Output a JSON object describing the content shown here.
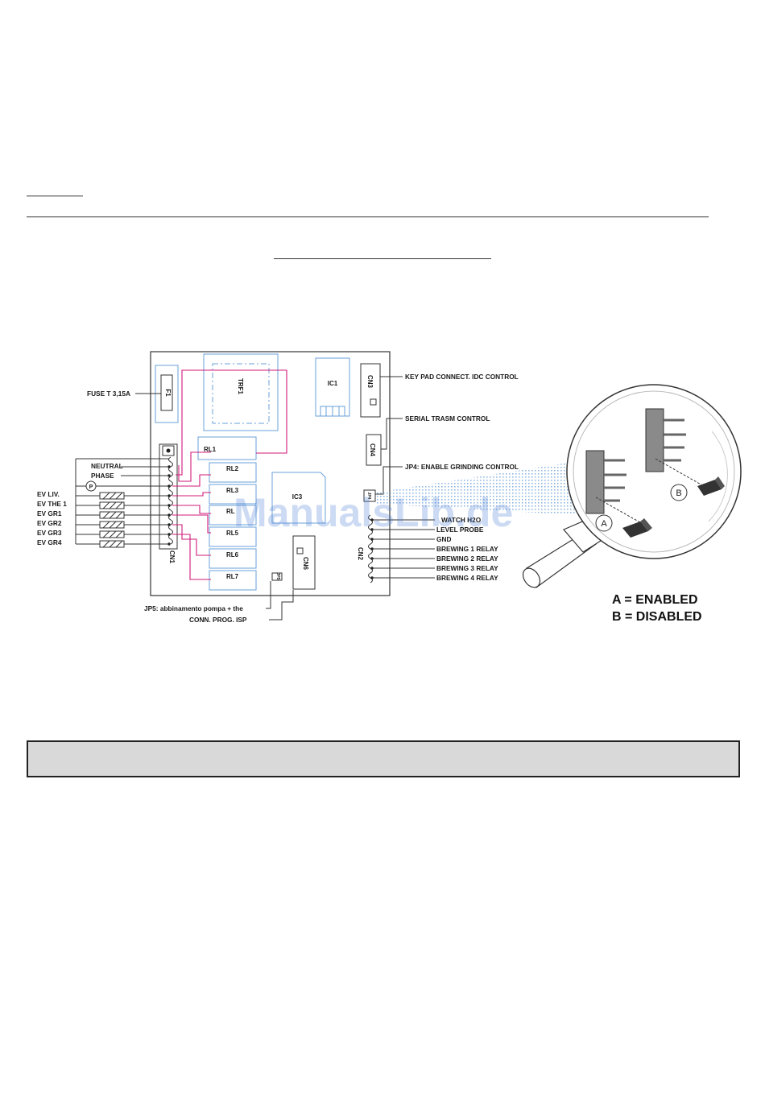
{
  "watermark": "ManualsLib.de",
  "components": {
    "fuse": "F1",
    "transformer": "TRF1",
    "ic1": "IC1",
    "ic3": "IC3",
    "cn1": "CN1",
    "cn2": "CN2",
    "cn3": "CN3",
    "cn4": "CN4",
    "cn6": "CN6",
    "jp4": "JP4",
    "jp5": "JP5",
    "relays": [
      "RL1",
      "RL2",
      "RL3",
      "RL",
      "RL5",
      "RL6",
      "RL7"
    ]
  },
  "left_labels": {
    "fuse": "FUSE T 3,15A",
    "neutral": "NEUTRAL",
    "phase": "PHASE",
    "pump_symbol": "P",
    "valves": [
      "EV LIV.",
      "EV THE 1",
      "EV GR1",
      "EV GR2",
      "EV GR3",
      "EV GR4"
    ]
  },
  "right_labels": {
    "keypad": "KEY PAD CONNECT. IDC CONTROL",
    "serial": "SERIAL TRASM CONTROL",
    "jp4": "JP4: ENABLE GRINDING CONTROL",
    "cn2_pins": [
      "WATCH H2O",
      "LEVEL PROBE",
      "GND",
      "BREWING 1 RELAY",
      "BREWING 2 RELAY",
      "BREWING 3 RELAY",
      "BREWING 4 RELAY"
    ]
  },
  "bottom_labels": {
    "jp5": "JP5: abbinamento pompa + the",
    "isp": "CONN. PROG. ISP"
  },
  "magnifier": {
    "marker_a": "A",
    "marker_b": "B",
    "legend": [
      "A = ENABLED",
      "B = DISABLED"
    ]
  },
  "colors": {
    "board_outline": "#333333",
    "blue_outline": "#6aa0d8",
    "magenta_trace": "#d0187a",
    "gray_band": "#d9d9d9"
  }
}
